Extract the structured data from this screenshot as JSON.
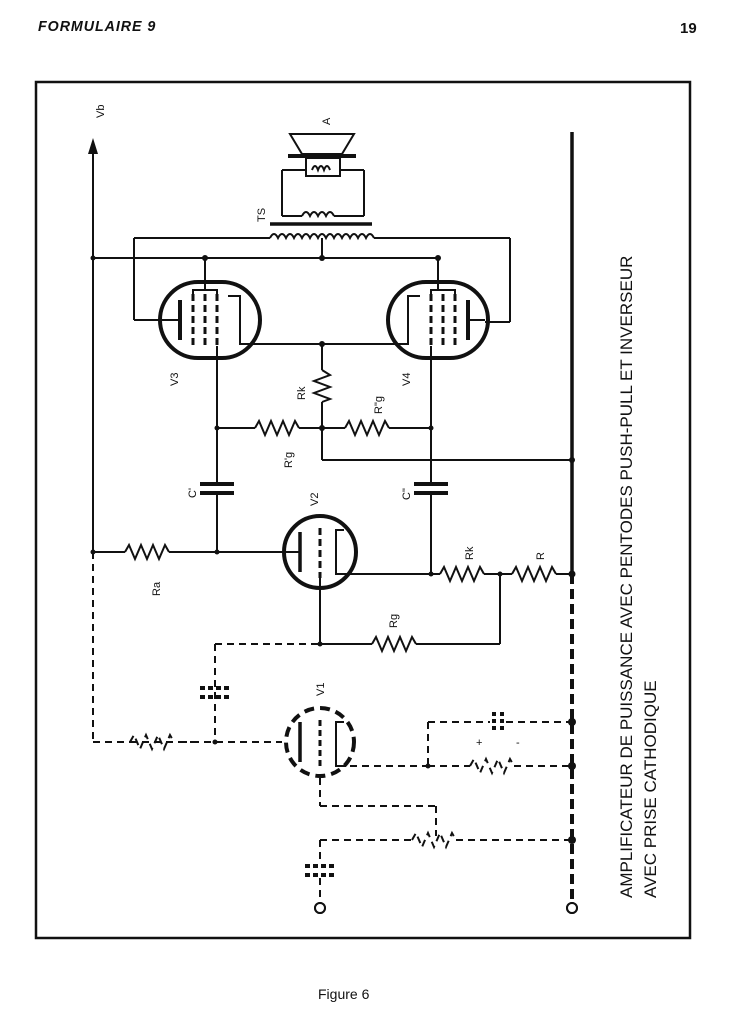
{
  "page": {
    "running_header": "FORMULAIRE 9",
    "page_number": "19",
    "caption": "Figure 6"
  },
  "diagram": {
    "title_line1": "AMPLIFICATEUR DE PUISSANCE AVEC PENTODES PUSH-PULL ET INVERSEUR",
    "title_line2": "AVEC PRISE CATHODIQUE",
    "labels": {
      "supply": "Vb",
      "speaker": "A",
      "transformer": "TS",
      "tube_v1": "V1",
      "tube_v2": "V2",
      "tube_v3": "V3",
      "tube_v4": "V4",
      "cathode_resistor_output": "Rk",
      "grid_resistor_v3": "R'g",
      "grid_resistor_v4": "R\"g",
      "coupling_cap_v3": "C'",
      "coupling_cap_v4": "C\"",
      "anode_resistor": "Ra",
      "cathode_resistor_inverter": "Rk",
      "resistor_r": "R",
      "grid_resistor_inverter": "Rg",
      "plus": "+",
      "minus": "-"
    }
  }
}
